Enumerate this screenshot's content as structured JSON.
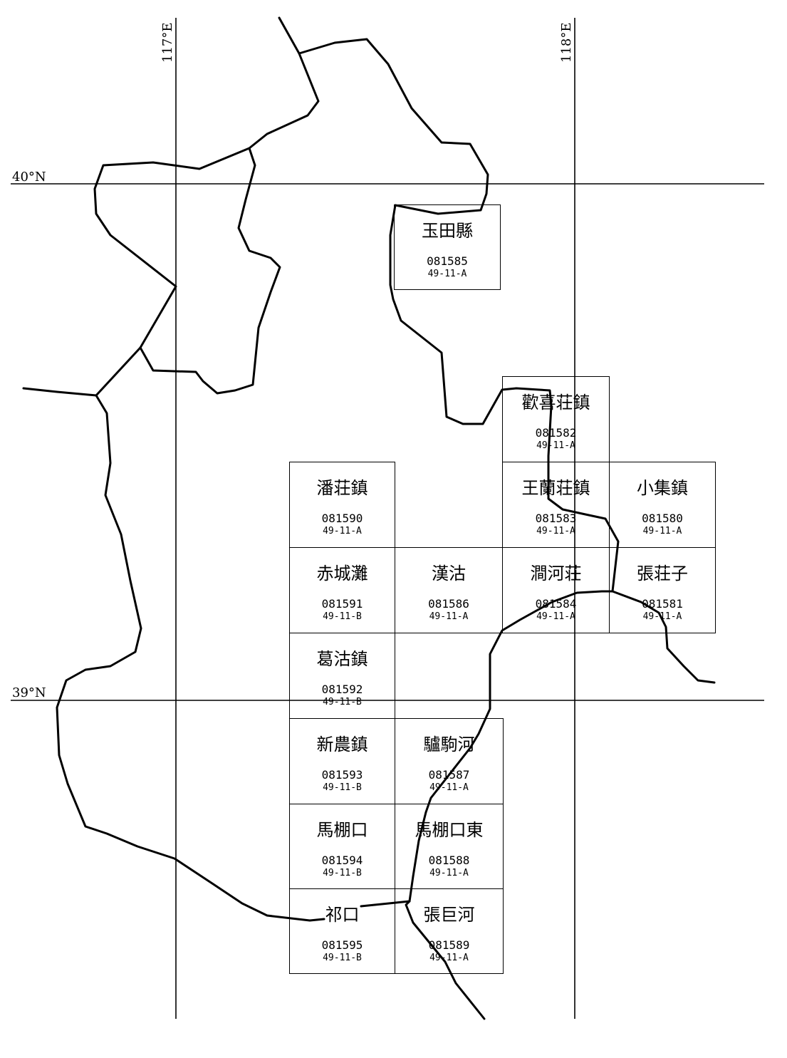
{
  "coordinate_labels": {
    "lon_117": "117°E",
    "lon_118": "118°E",
    "lat_40": "40°N",
    "lat_39": "39°N"
  },
  "sheets": [
    {
      "id": "yutian",
      "name": "玉田縣",
      "code": "081585",
      "ref": "49-11-A"
    },
    {
      "id": "huanxizhuang",
      "name": "歡喜荘鎮",
      "code": "081582",
      "ref": "49-11-A"
    },
    {
      "id": "panzhuang",
      "name": "潘荘鎮",
      "code": "081590",
      "ref": "49-11-A"
    },
    {
      "id": "wanglanzhuang",
      "name": "王蘭荘鎮",
      "code": "081583",
      "ref": "49-11-A"
    },
    {
      "id": "xiaoji",
      "name": "小集鎮",
      "code": "081580",
      "ref": "49-11-A"
    },
    {
      "id": "chichengtan",
      "name": "赤城灘",
      "code": "081591",
      "ref": "49-11-B"
    },
    {
      "id": "hangu",
      "name": "漢沽",
      "code": "081586",
      "ref": "49-11-A"
    },
    {
      "id": "jianhezhuang",
      "name": "澗河荘",
      "code": "081584",
      "ref": "49-11-A"
    },
    {
      "id": "zhangzhuangzi",
      "name": "張荘子",
      "code": "081581",
      "ref": "49-11-A"
    },
    {
      "id": "gegu",
      "name": "葛沽鎮",
      "code": "081592",
      "ref": "49-11-B"
    },
    {
      "id": "xinnong",
      "name": "新農鎮",
      "code": "081593",
      "ref": "49-11-B"
    },
    {
      "id": "luju",
      "name": "驢駒河",
      "code": "081587",
      "ref": "49-11-A"
    },
    {
      "id": "mapengkou",
      "name": "馬棚口",
      "code": "081594",
      "ref": "49-11-B"
    },
    {
      "id": "mapengkoudong",
      "name": "馬棚口東",
      "code": "081588",
      "ref": "49-11-A"
    },
    {
      "id": "qikou",
      "name": "祁口",
      "code": "081595",
      "ref": "49-11-B"
    },
    {
      "id": "zhangjuhe",
      "name": "張巨河",
      "code": "081589",
      "ref": "49-11-A"
    }
  ]
}
